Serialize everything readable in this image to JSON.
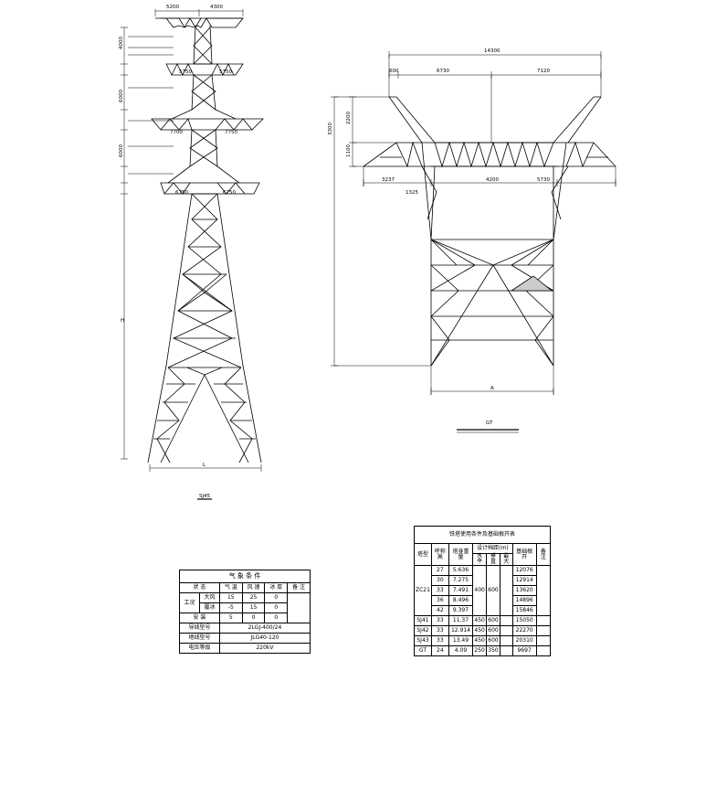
{
  "left_tower": {
    "top_dims": [
      "5200",
      "4300"
    ],
    "crossarm_dims": [
      {
        "left": "5750",
        "right": "5750"
      },
      {
        "left": "7700",
        "right": "7750"
      },
      {
        "left": "6750",
        "right": "6750"
      }
    ],
    "vertical_dims": [
      "4000",
      "6000",
      "6000"
    ],
    "height_label": "H",
    "base_label": "L",
    "caption": "SJ45"
  },
  "right_tower": {
    "total_width": "14300",
    "top_dims": [
      "600",
      "6730",
      "7120"
    ],
    "left_vertical_dims": [
      "3300",
      "2200",
      "1100"
    ],
    "lower_dims": [
      "3237",
      "4200",
      "5730"
    ],
    "small_dim": "1325",
    "base_label": "A",
    "caption": "GT"
  },
  "weather_table": {
    "title": "气 象 条 件",
    "headers": [
      "状 态",
      "气 温",
      "风 速",
      "冰 厚",
      "备 注"
    ],
    "rows": [
      {
        "group": "工况",
        "label": "大风",
        "temp": "15",
        "wind": "25",
        "ice": "0"
      },
      {
        "group": "",
        "label": "覆冰",
        "temp": "-5",
        "wind": "15",
        "ice": "0"
      },
      {
        "group": "",
        "label": "安 装",
        "temp": "5",
        "wind": "0",
        "ice": "0"
      }
    ],
    "conductor_label": "导线型号",
    "conductor_value": "2LGJ-400/24",
    "ground_label": "地线型号",
    "ground_value": "JLG40-120",
    "voltage_label": "电压等级",
    "voltage_value": "220kV"
  },
  "tower_table": {
    "title": "铁塔使用条件及基础根开表",
    "headers": [
      "塔型",
      "呼称高",
      "塔身重量",
      "设计档距(m)",
      "水平",
      "垂直",
      "最大",
      "基础根开",
      "备 注"
    ],
    "groups": [
      {
        "type": "ZC21",
        "rows": [
          {
            "h": "27",
            "w": "5.636",
            "root": "12076"
          },
          {
            "h": "30",
            "w": "7.275",
            "root": "12914"
          },
          {
            "h": "33",
            "w": "7.491",
            "root": "13620"
          },
          {
            "h": "36",
            "w": "8.496",
            "root": "14896"
          },
          {
            "h": "42",
            "w": "9.397",
            "root": "15846"
          }
        ],
        "horizontal": "400",
        "vertical": "600"
      },
      {
        "type": "SJ41",
        "rows": [
          {
            "h": "33",
            "w": "11.37",
            "root": "15050"
          }
        ],
        "horizontal": "450",
        "vertical": "600"
      },
      {
        "type": "SJ42",
        "rows": [
          {
            "h": "33",
            "w": "12.914",
            "root": "22270"
          }
        ],
        "horizontal": "450",
        "vertical": "600"
      },
      {
        "type": "SJ43",
        "rows": [
          {
            "h": "33",
            "w": "13.49",
            "root": "20310"
          }
        ],
        "horizontal": "450",
        "vertical": "600"
      },
      {
        "type": "GT",
        "rows": [
          {
            "h": "24",
            "w": "4.09",
            "root": "9697"
          }
        ],
        "horizontal": "250",
        "vertical": "350"
      }
    ]
  },
  "colors": {
    "line": "#000000",
    "fill": "#cccccc"
  }
}
